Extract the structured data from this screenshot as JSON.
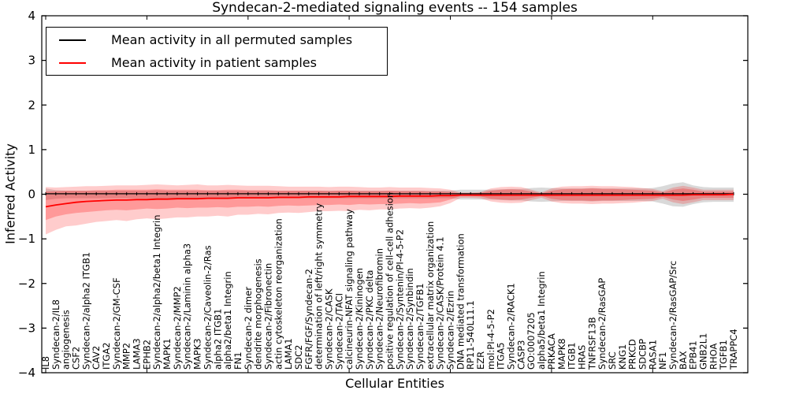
{
  "chart_data": {
    "type": "line",
    "title": "Syndecan-2-mediated signaling events -- 154 samples",
    "xlabel": "Cellular Entities",
    "ylabel": "Inferred Activity",
    "ylim": [
      -4,
      4
    ],
    "yticks": [
      4,
      3,
      2,
      1,
      0,
      -1,
      -2,
      -3,
      -4
    ],
    "yticklabels": [
      "4",
      "3",
      "2",
      "1",
      "0",
      "−1",
      "−2",
      "−3",
      "−4"
    ],
    "x_major_tick_every": 10,
    "grid": false,
    "legend_position": "upper left",
    "categories": [
      "IL8",
      "Syndecan-2/IL8",
      "angiogenesis",
      "CSF2",
      "Syndecan-2/alpha2 ITGB1",
      "CAV2",
      "ITGA2",
      "Syndecan-2/GM-CSF",
      "MMP2",
      "LAMA3",
      "EPHB2",
      "Syndecan-2/alpha2/beta1 Integrin",
      "MAPK1",
      "Syndecan-2/MMP2",
      "Syndecan-2/Laminin alpha3",
      "MAPK3",
      "Syndecan-2/Caveolin-2/Ras",
      "alpha2 ITGB1",
      "alpha2/beta1 Integrin",
      "FN1",
      "Syndecan-2 dimer",
      "dendrite morphogenesis",
      "Syndecan-2/Fibronectin",
      "actin cytoskeleton reorganization",
      "LAMA1",
      "SDC2",
      "FGFR/FGF/Syndecan-2",
      "determination of left/right symmetry",
      "Syndecan-2/CASK",
      "Syndecan-2/TACI",
      "calcineurin-NFAT signaling pathway",
      "Syndecan-2/Kininogen",
      "Syndecan-2/PKC delta",
      "Syndecan-2/Neurofibromin",
      "positive regulation of cell-cell adhesion",
      "Syndecan-2/Syntenin/PI-4-5-P2",
      "Syndecan-2/Synbindin",
      "Syndecan-2/TGFB1",
      "extracellular matrix organization",
      "Syndecan-2/CASK/Protein 4.1",
      "Syndecan-2/Ezrin",
      "DNA mediated transformation",
      "RP11-540L11.1",
      "EZR",
      "mol:PI-4-5-P2",
      "ITGA5",
      "Syndecan-2/RACK1",
      "CASP3",
      "GO:0007205",
      "alpha5/beta1 Integrin",
      "PRKACA",
      "MAPK8",
      "ITGB1",
      "HRAS",
      "TNFRSF13B",
      "Syndecan-2/RasGAP",
      "SRC",
      "KNG1",
      "PRKCD",
      "SDCBP",
      "RASA1",
      "NF1",
      "Syndecan-2/RasGAP/Src",
      "BAX",
      "EPB41",
      "GNB2L1",
      "RHOA",
      "TGFB1",
      "TRAPPC4"
    ],
    "series": [
      {
        "name": "Mean activity in all permuted samples",
        "color": "#000000",
        "values": [
          0.01,
          0.01,
          0.01,
          0.01,
          0.01,
          0.01,
          0.01,
          0.01,
          0.01,
          0.01,
          0.01,
          0.01,
          0.01,
          0.01,
          0.01,
          0.01,
          0.01,
          0.01,
          0.01,
          0.01,
          0.01,
          0.01,
          0.01,
          0.01,
          0.01,
          0.01,
          0.01,
          0.01,
          0.01,
          0.01,
          0.01,
          0.01,
          0.01,
          0.01,
          0.01,
          0.01,
          0.01,
          0.01,
          0.01,
          0.01,
          0.01,
          0.01,
          0.01,
          0.01,
          0.01,
          0.01,
          0.01,
          0.01,
          0.01,
          0.01,
          0.01,
          0.01,
          0.01,
          0.01,
          0.01,
          0.01,
          0.01,
          0.01,
          0.01,
          0.01,
          0.01,
          0.01,
          0.01,
          0.01,
          0.01,
          0.01,
          0.01,
          0.01,
          0.01
        ]
      },
      {
        "name": "Mean activity in patient samples",
        "color": "#ff0000",
        "values": [
          -0.28,
          -0.24,
          -0.21,
          -0.18,
          -0.16,
          -0.15,
          -0.14,
          -0.13,
          -0.13,
          -0.12,
          -0.12,
          -0.11,
          -0.11,
          -0.1,
          -0.1,
          -0.1,
          -0.09,
          -0.09,
          -0.09,
          -0.08,
          -0.08,
          -0.08,
          -0.08,
          -0.07,
          -0.07,
          -0.07,
          -0.06,
          -0.06,
          -0.06,
          -0.06,
          -0.05,
          -0.05,
          -0.05,
          -0.05,
          -0.05,
          -0.04,
          -0.04,
          -0.04,
          -0.04,
          -0.03,
          -0.03,
          -0.02,
          -0.02,
          -0.02,
          -0.02,
          -0.02,
          -0.02,
          -0.02,
          -0.02,
          -0.02,
          -0.02,
          -0.02,
          -0.02,
          -0.02,
          -0.02,
          -0.02,
          -0.02,
          -0.02,
          -0.02,
          -0.02,
          -0.02,
          -0.02,
          -0.02,
          -0.02,
          -0.01,
          -0.01,
          -0.01,
          -0.01,
          0.0
        ]
      }
    ],
    "bands": [
      {
        "name": "permuted-range",
        "color": "rgba(130,130,130,0.30)",
        "upper": [
          0.13,
          0.09,
          0.08,
          0.08,
          0.08,
          0.08,
          0.08,
          0.08,
          0.08,
          0.08,
          0.08,
          0.09,
          0.08,
          0.08,
          0.08,
          0.08,
          0.08,
          0.08,
          0.08,
          0.08,
          0.08,
          0.08,
          0.08,
          0.08,
          0.08,
          0.08,
          0.08,
          0.08,
          0.08,
          0.08,
          0.08,
          0.08,
          0.08,
          0.08,
          0.08,
          0.08,
          0.08,
          0.08,
          0.08,
          0.08,
          0.08,
          0.1,
          0.1,
          0.1,
          0.1,
          0.11,
          0.12,
          0.12,
          0.14,
          0.15,
          0.14,
          0.13,
          0.13,
          0.13,
          0.14,
          0.13,
          0.13,
          0.13,
          0.13,
          0.13,
          0.14,
          0.18,
          0.24,
          0.27,
          0.2,
          0.16,
          0.15,
          0.15,
          0.15
        ],
        "lower": [
          -0.13,
          -0.1,
          -0.09,
          -0.09,
          -0.09,
          -0.09,
          -0.09,
          -0.09,
          -0.09,
          -0.09,
          -0.09,
          -0.1,
          -0.09,
          -0.09,
          -0.09,
          -0.09,
          -0.09,
          -0.09,
          -0.09,
          -0.09,
          -0.09,
          -0.09,
          -0.09,
          -0.09,
          -0.09,
          -0.09,
          -0.09,
          -0.09,
          -0.09,
          -0.09,
          -0.09,
          -0.09,
          -0.09,
          -0.09,
          -0.09,
          -0.09,
          -0.09,
          -0.09,
          -0.09,
          -0.09,
          -0.09,
          -0.12,
          -0.12,
          -0.12,
          -0.12,
          -0.13,
          -0.14,
          -0.14,
          -0.16,
          -0.17,
          -0.16,
          -0.15,
          -0.15,
          -0.15,
          -0.16,
          -0.15,
          -0.15,
          -0.15,
          -0.15,
          -0.15,
          -0.16,
          -0.21,
          -0.27,
          -0.28,
          -0.22,
          -0.18,
          -0.17,
          -0.17,
          -0.17
        ]
      },
      {
        "name": "patient-outer",
        "color": "rgba(255,0,0,0.20)",
        "upper": [
          0.16,
          0.15,
          0.16,
          0.17,
          0.18,
          0.18,
          0.19,
          0.2,
          0.2,
          0.2,
          0.21,
          0.22,
          0.21,
          0.2,
          0.21,
          0.22,
          0.2,
          0.2,
          0.21,
          0.2,
          0.19,
          0.19,
          0.19,
          0.18,
          0.17,
          0.17,
          0.17,
          0.17,
          0.16,
          0.17,
          0.17,
          0.16,
          0.15,
          0.15,
          0.16,
          0.15,
          0.15,
          0.15,
          0.14,
          0.13,
          0.1,
          0.04,
          0.04,
          0.05,
          0.13,
          0.16,
          0.17,
          0.16,
          0.1,
          0.04,
          0.13,
          0.17,
          0.18,
          0.18,
          0.19,
          0.18,
          0.18,
          0.17,
          0.16,
          0.14,
          0.12,
          0.07,
          0.15,
          0.19,
          0.15,
          0.1,
          0.1,
          0.1,
          0.1
        ],
        "lower": [
          -0.9,
          -0.8,
          -0.72,
          -0.7,
          -0.66,
          -0.62,
          -0.6,
          -0.58,
          -0.6,
          -0.56,
          -0.54,
          -0.56,
          -0.54,
          -0.52,
          -0.52,
          -0.5,
          -0.5,
          -0.48,
          -0.5,
          -0.46,
          -0.46,
          -0.44,
          -0.45,
          -0.42,
          -0.41,
          -0.42,
          -0.4,
          -0.38,
          -0.38,
          -0.37,
          -0.38,
          -0.35,
          -0.36,
          -0.34,
          -0.34,
          -0.32,
          -0.31,
          -0.32,
          -0.3,
          -0.27,
          -0.2,
          -0.08,
          -0.08,
          -0.09,
          -0.16,
          -0.19,
          -0.2,
          -0.19,
          -0.13,
          -0.08,
          -0.16,
          -0.2,
          -0.21,
          -0.21,
          -0.22,
          -0.21,
          -0.21,
          -0.2,
          -0.19,
          -0.17,
          -0.15,
          -0.1,
          -0.18,
          -0.22,
          -0.18,
          -0.13,
          -0.13,
          -0.13,
          -0.13
        ]
      },
      {
        "name": "patient-inner",
        "color": "rgba(255,0,0,0.25)",
        "upper": [
          0.06,
          0.07,
          0.08,
          0.08,
          0.08,
          0.09,
          0.09,
          0.1,
          0.1,
          0.1,
          0.1,
          0.11,
          0.1,
          0.1,
          0.1,
          0.1,
          0.09,
          0.09,
          0.1,
          0.1,
          0.09,
          0.09,
          0.09,
          0.08,
          0.08,
          0.08,
          0.08,
          0.08,
          0.07,
          0.08,
          0.08,
          0.07,
          0.07,
          0.07,
          0.08,
          0.07,
          0.07,
          0.07,
          0.06,
          0.06,
          0.05,
          0.02,
          0.02,
          0.03,
          0.08,
          0.1,
          0.11,
          0.1,
          0.06,
          0.02,
          0.08,
          0.11,
          0.12,
          0.12,
          0.13,
          0.12,
          0.12,
          0.11,
          0.1,
          0.09,
          0.08,
          0.04,
          0.1,
          0.13,
          0.1,
          0.06,
          0.06,
          0.06,
          0.06
        ],
        "lower": [
          -0.58,
          -0.5,
          -0.45,
          -0.42,
          -0.4,
          -0.38,
          -0.36,
          -0.35,
          -0.36,
          -0.34,
          -0.32,
          -0.33,
          -0.32,
          -0.3,
          -0.31,
          -0.3,
          -0.3,
          -0.29,
          -0.3,
          -0.28,
          -0.28,
          -0.27,
          -0.28,
          -0.26,
          -0.25,
          -0.26,
          -0.25,
          -0.24,
          -0.24,
          -0.23,
          -0.24,
          -0.22,
          -0.23,
          -0.22,
          -0.22,
          -0.21,
          -0.2,
          -0.21,
          -0.2,
          -0.18,
          -0.12,
          -0.04,
          -0.04,
          -0.05,
          -0.1,
          -0.12,
          -0.13,
          -0.12,
          -0.08,
          -0.04,
          -0.1,
          -0.13,
          -0.14,
          -0.14,
          -0.15,
          -0.14,
          -0.14,
          -0.13,
          -0.12,
          -0.11,
          -0.1,
          -0.06,
          -0.12,
          -0.15,
          -0.12,
          -0.08,
          -0.08,
          -0.08,
          -0.08
        ]
      }
    ]
  }
}
